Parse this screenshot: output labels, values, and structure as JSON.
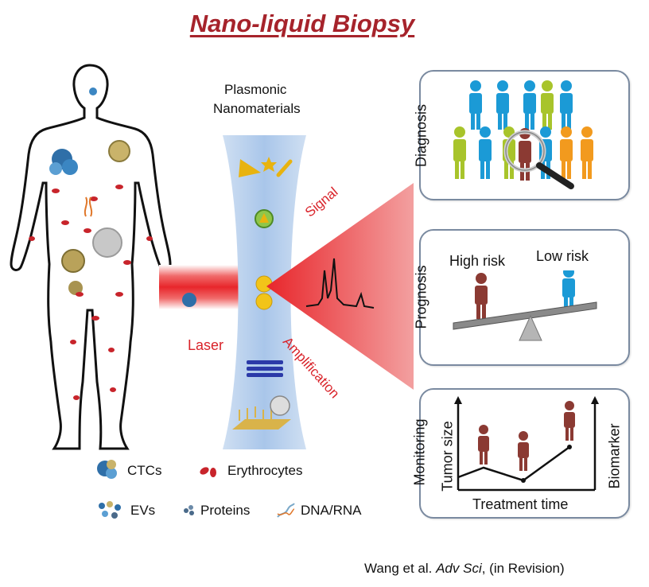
{
  "title": "Nano-liquid Biopsy",
  "center": {
    "heading_line1": "Plasmonic",
    "heading_line2": "Nanomaterials",
    "laser_label": "Laser",
    "signal_label": "Signal",
    "amplification_label": "Amplification"
  },
  "legend": {
    "ctcs": "CTCs",
    "erythrocytes": "Erythrocytes",
    "evs": "EVs",
    "proteins": "Proteins",
    "dna_rna": "DNA/RNA"
  },
  "panels": {
    "diagnosis": {
      "label": "Diagnosis"
    },
    "prognosis": {
      "label": "Prognosis",
      "high_risk": "High risk",
      "low_risk": "Low risk"
    },
    "monitoring": {
      "label": "Monitoring",
      "y_left": "Tumor size",
      "y_right": "Biomarker",
      "x_label": "Treatment time"
    }
  },
  "citation": {
    "authors": "Wang et al.",
    "journal": "Adv Sci",
    "status": ", (in Revision)"
  },
  "colors": {
    "title": "#a6232b",
    "laser_red": "#e8262b",
    "person_blue": "#1b9ad6",
    "person_green": "#a8c42b",
    "person_orange": "#f29a1e",
    "person_brown": "#8b3a33",
    "panel_border": "#7a8aa0"
  },
  "icons": [
    "magnifier-icon",
    "seesaw-icon",
    "gold-nanoparticle-icon",
    "raman-spectrum-icon"
  ]
}
